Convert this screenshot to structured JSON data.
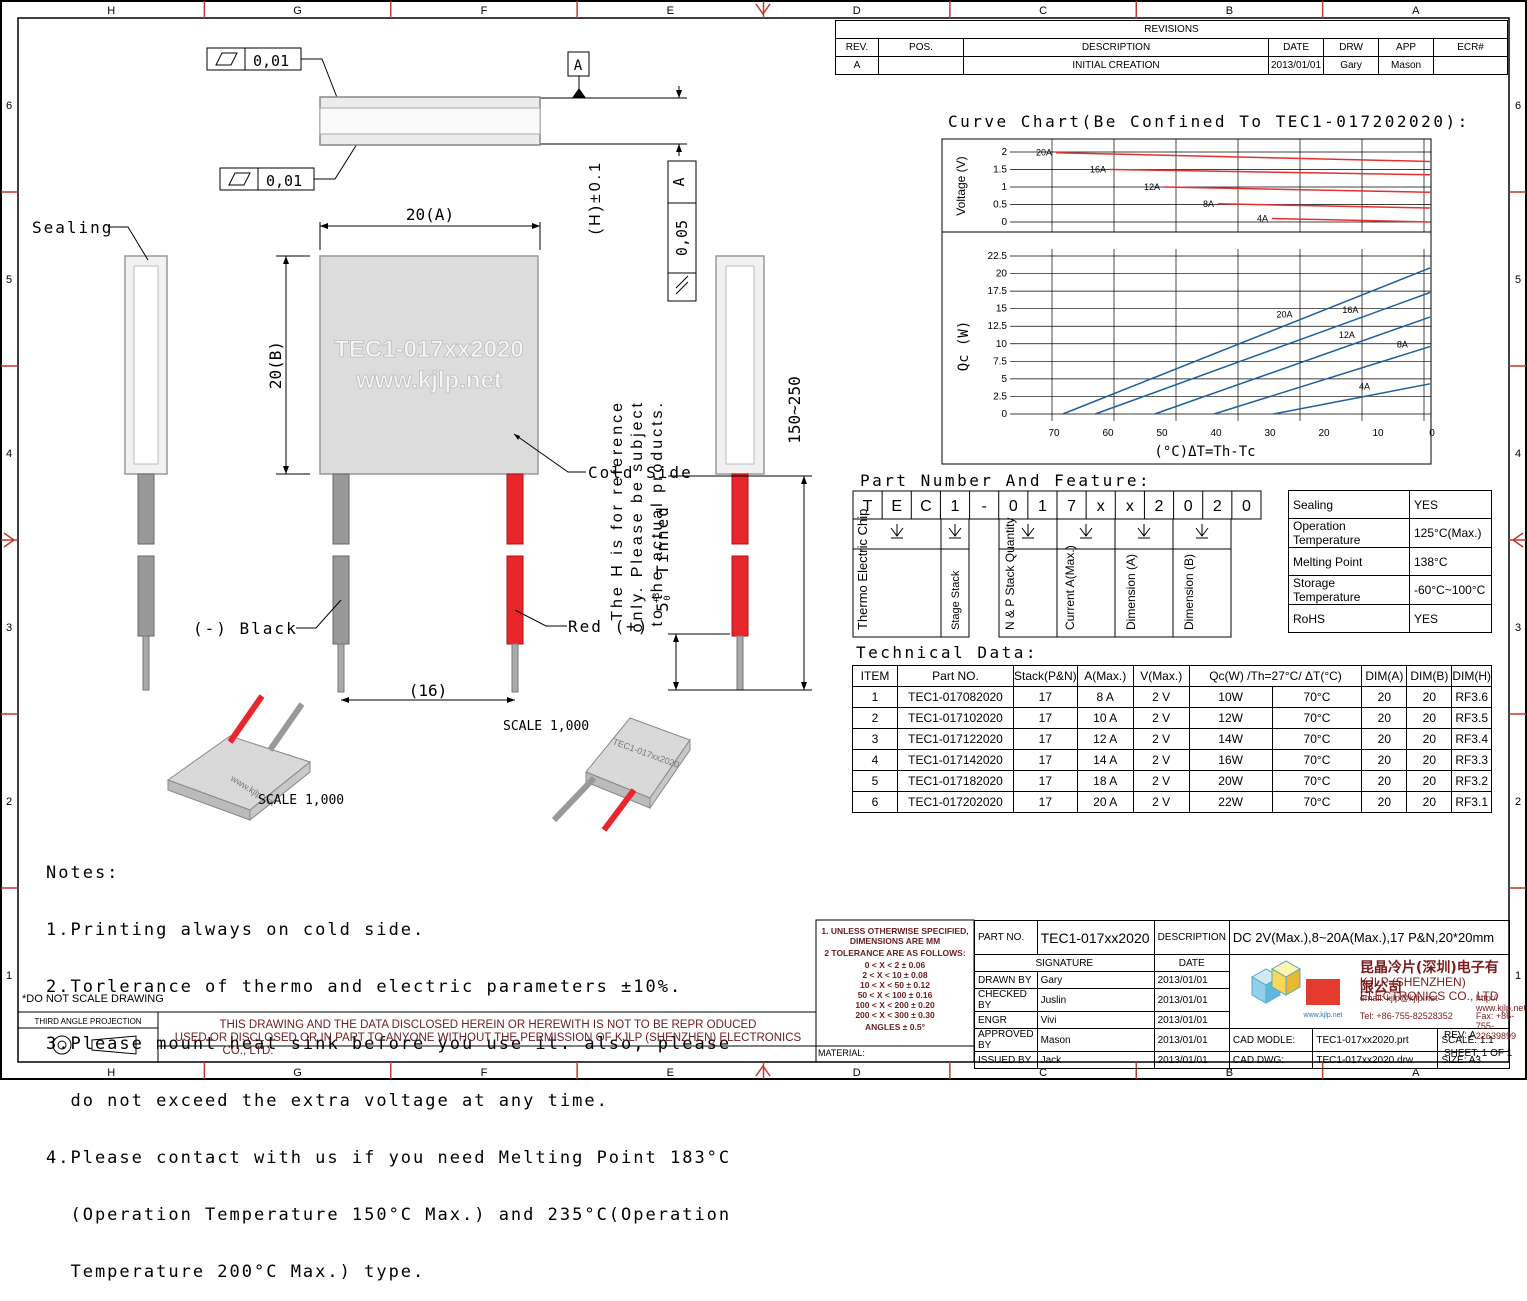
{
  "border": {
    "cols": [
      "H",
      "G",
      "F",
      "E",
      "D",
      "C",
      "B",
      "A"
    ],
    "rows": [
      "6",
      "5",
      "4",
      "3",
      "2",
      "1"
    ]
  },
  "revisions": {
    "title": "REVISIONS",
    "headers": [
      "REV.",
      "POS.",
      "DESCRIPTION",
      "DATE",
      "DRW",
      "APP",
      "ECR#"
    ],
    "row": [
      "A",
      "",
      "INITIAL CREATION",
      "2013/01/01",
      "Gary",
      "Mason",
      ""
    ]
  },
  "drawing": {
    "flatness_1": "0,01",
    "flatness_2": "0,01",
    "datum": "A",
    "parallel_tol": "0,05",
    "parallel_ref": "A",
    "h_note_1": "(H)±0.1",
    "h_note_2": "The H is for reference",
    "h_note_3": "only. Please be subject",
    "h_note_4": "to the actual products.",
    "width_dim": "20(A)",
    "height_dim": "20(B)",
    "watermark_1": "TEC1-017xx2020",
    "watermark_2": "www.kjlp.net",
    "sealing": "Sealing",
    "cold_side": "Cold Side",
    "black_wire": "(-) Black",
    "red_wire": "Red (+)",
    "pitch": "(16)",
    "lead_len": "150~250",
    "tinned": "Tinned",
    "tinned_len": "5",
    "tinned_tol_up": "+3",
    "tinned_tol_dn": "0",
    "scale_1": "SCALE  1,000",
    "scale_2": "SCALE  1,000"
  },
  "chart_data": [
    {
      "type": "line",
      "title": "Curve Chart(Be Confined To TEC1-017202020):",
      "ylabel": "Voltage (V)",
      "x": [
        70,
        60,
        50,
        40,
        30,
        20,
        10,
        0
      ],
      "xlim": [
        70,
        0
      ],
      "ylim": [
        0,
        2
      ],
      "yticks": [
        0,
        0.5,
        1,
        1.5,
        2
      ],
      "series": [
        {
          "name": "20A",
          "x": [
            70,
            0
          ],
          "y": [
            1.98,
            1.73
          ]
        },
        {
          "name": "16A",
          "x": [
            60,
            0
          ],
          "y": [
            1.5,
            1.35
          ]
        },
        {
          "name": "12A",
          "x": [
            50,
            0
          ],
          "y": [
            1.0,
            0.85
          ]
        },
        {
          "name": "8A",
          "x": [
            40,
            0
          ],
          "y": [
            0.52,
            0.4
          ]
        },
        {
          "name": "4A",
          "x": [
            30,
            0
          ],
          "y": [
            0.1,
            0.0
          ]
        }
      ]
    },
    {
      "type": "line",
      "ylabel": "Qc (W)",
      "xlabel": "(°C)ΔT=Th-Tc",
      "x": [
        70,
        60,
        50,
        40,
        30,
        20,
        10,
        0
      ],
      "xlim": [
        70,
        0
      ],
      "ylim": [
        0,
        22.5
      ],
      "yticks": [
        0,
        2.5,
        5,
        7.5,
        10,
        12.5,
        15,
        17.5,
        20,
        22.5
      ],
      "series": [
        {
          "name": "20A",
          "x": [
            68,
            0
          ],
          "y": [
            0,
            20.8
          ]
        },
        {
          "name": "16A",
          "x": [
            62,
            0
          ],
          "y": [
            0,
            17.3
          ]
        },
        {
          "name": "12A",
          "x": [
            51,
            0
          ],
          "y": [
            0,
            13.8
          ]
        },
        {
          "name": "8A",
          "x": [
            40,
            0
          ],
          "y": [
            0,
            9.6
          ]
        },
        {
          "name": "4A",
          "x": [
            29,
            0
          ],
          "y": [
            0,
            4.3
          ]
        }
      ]
    }
  ],
  "part_number": {
    "title": "Part Number And Feature:",
    "chars": [
      "T",
      "E",
      "C",
      "1",
      "-",
      "0",
      "1",
      "7",
      "x",
      "x",
      "2",
      "0",
      "2",
      "0"
    ],
    "desc": [
      "Thermo Electric Chip",
      "Stage Stack",
      "N & P Stack Quantity",
      "Current A(Max.)",
      "Dimension (A)",
      "Dimension (B)"
    ]
  },
  "features": [
    [
      "Sealing",
      "YES"
    ],
    [
      "Operation Temperature",
      "125°C(Max.)"
    ],
    [
      "Melting Point",
      "138°C"
    ],
    [
      "Storage Temperature",
      "-60°C~100°C"
    ],
    [
      "RoHS",
      "YES"
    ]
  ],
  "technical": {
    "title": "Technical Data:",
    "headers": [
      "ITEM",
      "Part NO.",
      "Stack(P&N)",
      "A(Max.)",
      "V(Max.)",
      "Qc(W) /Th=27°C/ ΔT(°C)",
      "DIM(A)",
      "DIM(B)",
      "DIM(H)"
    ],
    "rows": [
      [
        "1",
        "TEC1-017082020",
        "17",
        "8 A",
        "2 V",
        "10W",
        "70°C",
        "20",
        "20",
        "RF3.6"
      ],
      [
        "2",
        "TEC1-017102020",
        "17",
        "10 A",
        "2 V",
        "12W",
        "70°C",
        "20",
        "20",
        "RF3.5"
      ],
      [
        "3",
        "TEC1-017122020",
        "17",
        "12 A",
        "2 V",
        "14W",
        "70°C",
        "20",
        "20",
        "RF3.4"
      ],
      [
        "4",
        "TEC1-017142020",
        "17",
        "14 A",
        "2 V",
        "16W",
        "70°C",
        "20",
        "20",
        "RF3.3"
      ],
      [
        "5",
        "TEC1-017182020",
        "17",
        "18 A",
        "2 V",
        "20W",
        "70°C",
        "20",
        "20",
        "RF3.2"
      ],
      [
        "6",
        "TEC1-017202020",
        "17",
        "20 A",
        "2 V",
        "22W",
        "70°C",
        "20",
        "20",
        "RF3.1"
      ]
    ]
  },
  "notes": {
    "title": "Notes:",
    "n1": "1.Printing always on cold side.",
    "n2": "2.Torlerance of thermo and electric parameters ±10%.",
    "n3a": "3.Please mount heat sink before you use it. also, please",
    "n3b": "  do not exceed the extra voltage at any time.",
    "n4a": "4.Please contact with us if you need Melting Point 183°C",
    "n4b": "  (Operation Temperature 150°C Max.) and 235°C(Operation",
    "n4c": "  Temperature 200°C Max.) type."
  },
  "titleblock": {
    "do_not_scale": "*DO NOT SCALE DRAWING",
    "projection": "THIRD ANGLE PROJECTION",
    "disclaimer_1": "THIS DRAWING AND THE DATA DISCLOSED HEREIN OR HEREWITH IS NOT TO BE REPR ODUCED",
    "disclaimer_2": "USED OR DISCLOSED OR IN PART TO ANYONE WITHOUT THE PERMISSION OF KJLP (SHENZHEN) ELECTRONICS",
    "disclaimer_3": "CO., LTD.",
    "material": "MATERIAL:",
    "tol_1": "1. UNLESS OTHERWISE SPECIFIED,",
    "tol_2": "DIMENSIONS ARE MM",
    "tol_3": "2 TOLERANCE ARE AS FOLLOWS:",
    "tol_rows": [
      "0 < X <  2  ± 0.06",
      "2 < X <  10  ± 0.08",
      "10 < X < 50  ± 0.12",
      "50 < X < 100  ± 0.16",
      "100 < X < 200  ± 0.20",
      "200 < X < 300  ± 0.30",
      "ANGLES ± 0.5°"
    ],
    "part_no_label": "PART NO.",
    "part_no": "TEC1-017xx2020",
    "description_label": "DESCRIPTION",
    "description": "DC 2V(Max.),8~20A(Max.),17 P&N,20*20mm",
    "signature": "SIGNATURE",
    "date": "DATE",
    "sign_rows": [
      [
        "DRAWN BY",
        "Gary",
        "2013/01/01"
      ],
      [
        "CHECKED BY",
        "Juslin",
        "2013/01/01"
      ],
      [
        "ENGR",
        "Vivi",
        "2013/01/01"
      ],
      [
        "APPROVED BY",
        "Mason",
        "2013/01/01"
      ],
      [
        "ISSUED BY",
        "Jack",
        "2013/01/01"
      ]
    ],
    "company_cn": "昆晶冷片(深圳)电子有限公司",
    "company_en": "KJLP (SHENZHEN) ELECTRONICS CO., LTD",
    "email": "email: kjlp@kjlp.net",
    "http": "http:// www.kjlp.net",
    "tel": "Tel: +86-755-82528352",
    "fax": "Fax: +86-755-22639899",
    "logo_url": "www.kjlp.net",
    "cad_model_label": "CAD MODLE:",
    "cad_model": "TEC1-017xx2020.prt",
    "cad_dwg_label": "CAD DWG:",
    "cad_dwg": "TEC1-017xx2020.drw",
    "scale": "SCALE: 1:1",
    "rev": "REV: A",
    "size": "SIZE: A3",
    "sheet": "SHEET: 1 OF 1"
  },
  "colors": {
    "red_wire": "#e8262b",
    "curve_red": "#e53030",
    "curve_blue": "#1f5f9c",
    "module": "#dddddd"
  }
}
